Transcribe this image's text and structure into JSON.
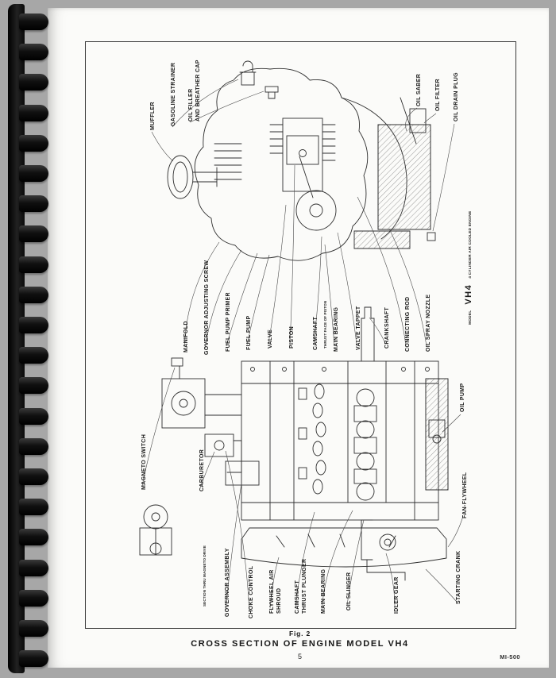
{
  "document": {
    "figure_label": "Fig. 2",
    "caption": "CROSS SECTION OF ENGINE MODEL VH4",
    "page_number": "5",
    "manual_code": "MI-500"
  },
  "top_diagram": {
    "model_badge": {
      "prefix": "MODEL",
      "model": "VH4",
      "suffix": "4 CYLINDER AIR COOLED ENGINE"
    },
    "labels": [
      {
        "id": "muffler",
        "text": "MUFFLER"
      },
      {
        "id": "gasoline-strainer",
        "text": "GASOLINE STRAINER"
      },
      {
        "id": "oil-filler-breather-cap",
        "text": "OIL FILLER\nAND BREATHER CAP"
      },
      {
        "id": "oil-saber",
        "text": "OIL SABER"
      },
      {
        "id": "oil-filter",
        "text": "OIL FILTER"
      },
      {
        "id": "oil-drain-plug",
        "text": "OIL DRAIN PLUG"
      },
      {
        "id": "manifold",
        "text": "MANIFOLD"
      },
      {
        "id": "governor-adjusting-screw",
        "text": "GOVERNOR ADJUSTING SCREW"
      },
      {
        "id": "fuel-pump-primer",
        "text": "FUEL PUMP PRIMER"
      },
      {
        "id": "fuel-pump",
        "text": "FUEL PUMP"
      },
      {
        "id": "valve",
        "text": "VALVE"
      },
      {
        "id": "piston",
        "text": "PISTON"
      },
      {
        "id": "camshaft",
        "text": "CAMSHAFT"
      },
      {
        "id": "thrust-face-of-piston",
        "text": "THRUST FACE OF PISTON",
        "tiny": true
      },
      {
        "id": "main-bearing-top",
        "text": "MAIN BEARING"
      },
      {
        "id": "valve-tappet",
        "text": "VALVE TAPPET"
      },
      {
        "id": "crankshaft",
        "text": "CRANKSHAFT"
      },
      {
        "id": "connecting-rod",
        "text": "CONNECTING ROD"
      },
      {
        "id": "oil-spray-nozzle",
        "text": "OIL SPRAY NOZZLE"
      }
    ]
  },
  "bottom_diagram": {
    "inset_note": "SECTION THRU MAGNETO DRIVE",
    "labels": [
      {
        "id": "magneto-switch",
        "text": "MAGNETO SWITCH"
      },
      {
        "id": "carburetor",
        "text": "CARBURETOR"
      },
      {
        "id": "governor-assembly",
        "text": "GOVERNOR ASSEMBLY"
      },
      {
        "id": "choke-control",
        "text": "CHOKE CONTROL"
      },
      {
        "id": "flywheel-air-shroud",
        "text": "FLYWHEEL AIR\nSHROUD"
      },
      {
        "id": "camshaft-thrust-plunger",
        "text": "CAMSHAFT\nTHRUST PLUNGER"
      },
      {
        "id": "main-bearing-bottom",
        "text": "MAIN BEARING"
      },
      {
        "id": "oil-slinger",
        "text": "OIL SLINGER"
      },
      {
        "id": "idler-gear",
        "text": "IDLER GEAR"
      },
      {
        "id": "starting-crank",
        "text": "STARTING CRANK"
      },
      {
        "id": "oil-pump",
        "text": "OIL PUMP"
      },
      {
        "id": "fan-flywheel",
        "text": "FAN-FLYWHEEL"
      }
    ]
  },
  "colors": {
    "paper": "#fbfbf9",
    "scan_background": "#a7a7a7",
    "binding": "#141414",
    "ink": "#1c1c1c"
  }
}
